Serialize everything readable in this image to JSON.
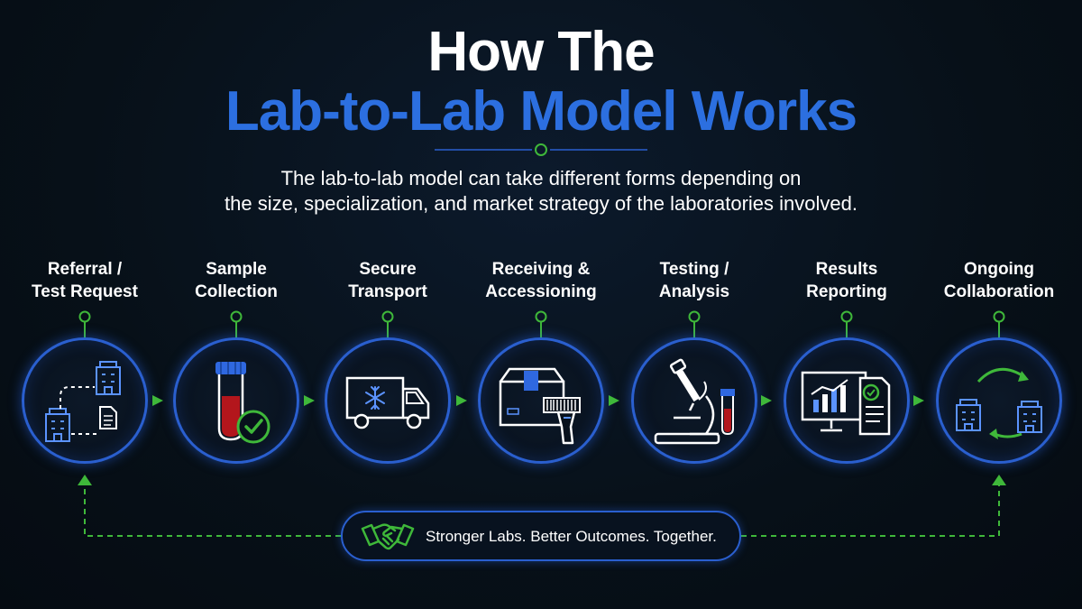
{
  "title": {
    "line1": "How The",
    "line2": "Lab-to-Lab Model Works"
  },
  "subtitle": {
    "line1": "The lab-to-lab model can take different forms depending on",
    "line2": "the size, specialization, and market strategy of the laboratories involved."
  },
  "steps": [
    {
      "line1": "Referral /",
      "line2": "Test Request",
      "icon": "referral-icon"
    },
    {
      "line1": "Sample",
      "line2": "Collection",
      "icon": "test-tube-check-icon"
    },
    {
      "line1": "Secure",
      "line2": "Transport",
      "icon": "refrigerated-truck-icon"
    },
    {
      "line1": "Receiving &",
      "line2": "Accessioning",
      "icon": "box-barcode-scanner-icon"
    },
    {
      "line1": "Testing /",
      "line2": "Analysis",
      "icon": "microscope-icon"
    },
    {
      "line1": "Results",
      "line2": "Reporting",
      "icon": "monitor-report-icon"
    },
    {
      "line1": "Ongoing",
      "line2": "Collaboration",
      "icon": "lab-exchange-icon"
    }
  ],
  "banner": {
    "text": "Stronger Labs. Better Outcomes. Together.",
    "icon": "handshake-icon"
  },
  "colors": {
    "background": "#071018",
    "accent_blue": "#2c6fe0",
    "accent_green": "#3fb83a",
    "circle_border": "#2a5fcf",
    "tube_red": "#b3161c"
  }
}
